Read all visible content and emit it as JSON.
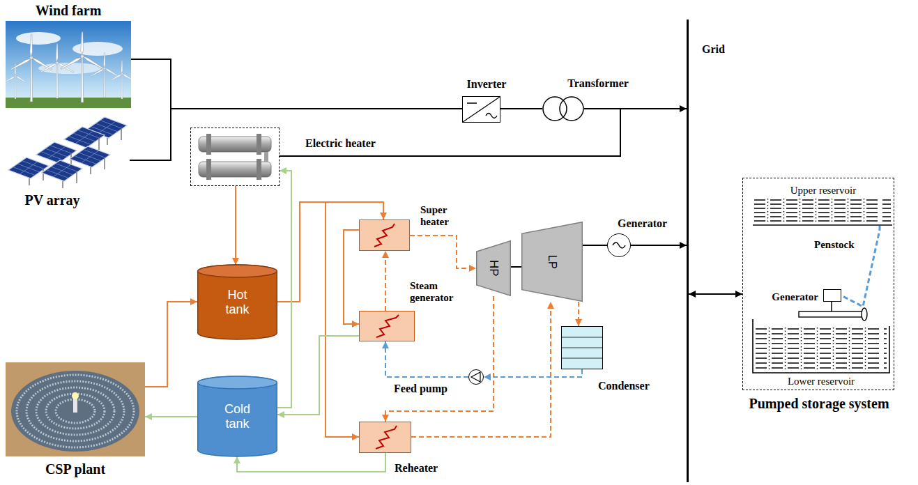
{
  "diagram": {
    "nodes": [
      {
        "text": [
          "Wind farm"
        ]
      },
      {
        "text": [
          "PV array"
        ]
      },
      {
        "text": [
          "Inverter"
        ]
      },
      {
        "text": [
          "Transformer"
        ]
      },
      {
        "text": [
          "Grid"
        ]
      },
      {
        "text": [
          "Electric heater"
        ]
      },
      {
        "text": [
          "Super heater"
        ]
      },
      {
        "text": [
          "HP"
        ]
      },
      {
        "text": [
          "LP"
        ]
      },
      {
        "text": [
          "Generator"
        ]
      },
      {
        "text": [
          "Steam generator"
        ]
      },
      {
        "text": [
          "Hot tank"
        ]
      },
      {
        "text": [
          "Condenser"
        ]
      },
      {
        "text": [
          "Feed pump"
        ]
      },
      {
        "text": [
          "Cold tank"
        ]
      },
      {
        "text": [
          "CSP plant"
        ]
      },
      {
        "text": [
          "Reheater"
        ]
      },
      {
        "text": [
          "Pumped storage system"
        ]
      },
      {
        "text": [
          "Upper reservoir"
        ],
        "in": 17
      },
      {
        "text": [
          "Generator"
        ],
        "in": 17
      },
      {
        "text": [
          "Lower reservoir"
        ],
        "in": 17
      }
    ],
    "edges": [
      {
        "from": 0,
        "to": 2,
        "arrow": "none"
      },
      {
        "from": 1,
        "to": 2,
        "arrow": "none"
      },
      {
        "from": 2,
        "to": 3,
        "arrow": "none"
      },
      {
        "from": 3,
        "to": 4,
        "arrow": "to"
      },
      {
        "from": 3,
        "to": 5,
        "arrow": "none"
      },
      {
        "from": 5,
        "to": 11,
        "arrow": "to"
      },
      {
        "from": 15,
        "to": 11,
        "arrow": "to"
      },
      {
        "from": 11,
        "to": 6,
        "arrow": "to"
      },
      {
        "from": 11,
        "to": 16,
        "arrow": "to"
      },
      {
        "from": 6,
        "to": 10,
        "arrow": "to"
      },
      {
        "from": 10,
        "to": 14,
        "arrow": "to"
      },
      {
        "from": 16,
        "to": 14,
        "arrow": "to"
      },
      {
        "from": 14,
        "to": 5,
        "arrow": "to"
      },
      {
        "from": 14,
        "to": 15,
        "arrow": "to"
      },
      {
        "from": 10,
        "to": 6,
        "arrow": "to"
      },
      {
        "from": 6,
        "to": 7,
        "arrow": "to"
      },
      {
        "from": 7,
        "to": 16,
        "arrow": "to"
      },
      {
        "from": 16,
        "to": 8,
        "arrow": "to"
      },
      {
        "from": 8,
        "to": 12,
        "arrow": "to"
      },
      {
        "from": 12,
        "to": 13,
        "arrow": "to"
      },
      {
        "from": 13,
        "to": 10,
        "arrow": "to"
      },
      {
        "from": 7,
        "to": 8,
        "arrow": "none"
      },
      {
        "from": 8,
        "to": 9,
        "arrow": "none"
      },
      {
        "from": 9,
        "to": 4,
        "arrow": "to"
      },
      {
        "from": 4,
        "to": 17,
        "arrow": "both"
      },
      {
        "from": 18,
        "to": 19,
        "arrow": "none"
      }
    ],
    "labels": [
      "Penstock"
    ]
  }
}
